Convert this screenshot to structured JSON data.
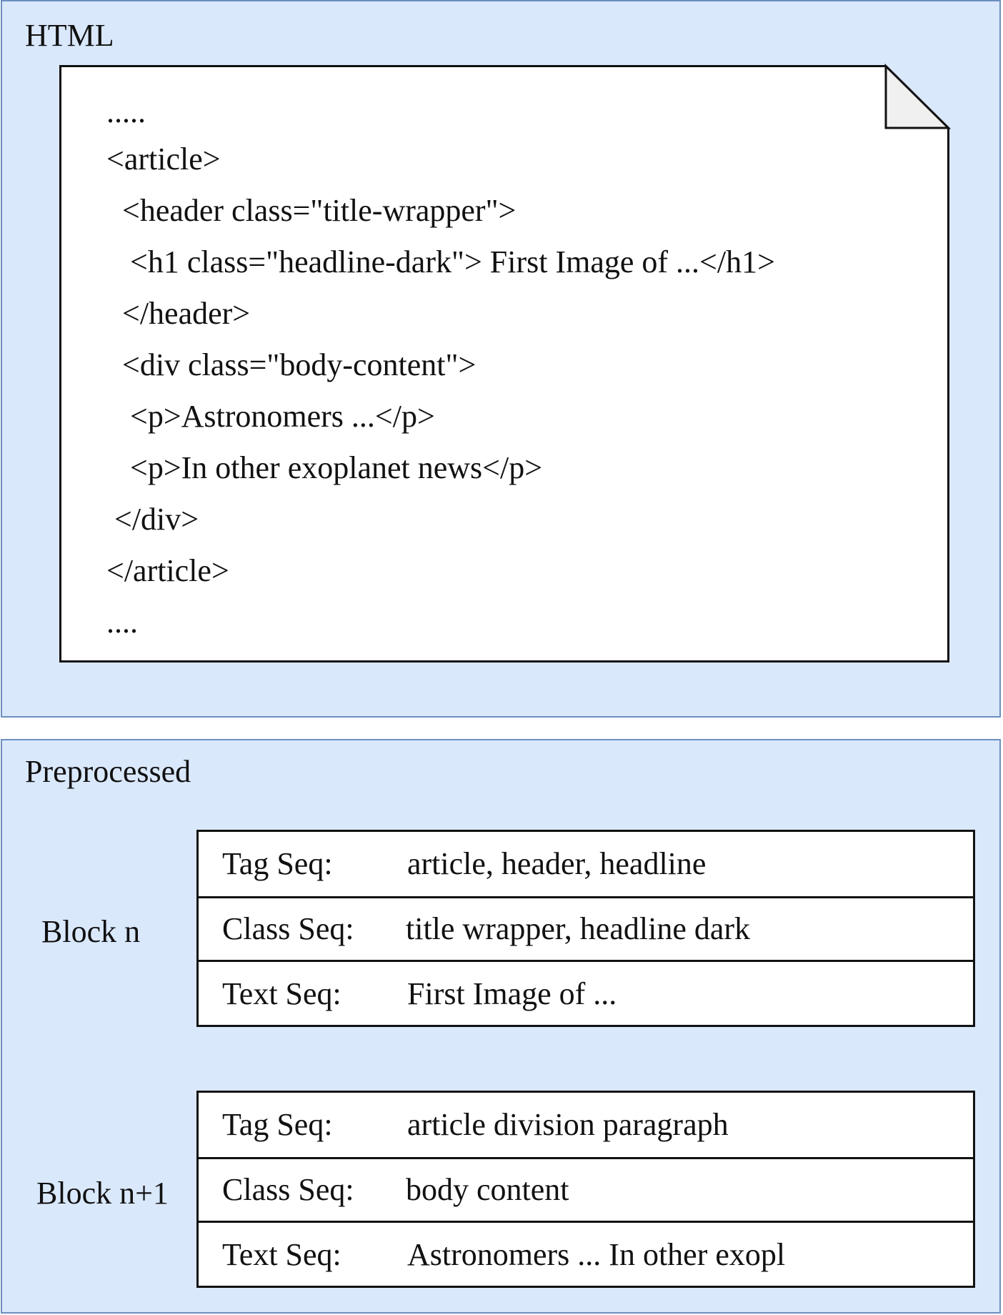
{
  "html_panel": {
    "title": "HTML",
    "code_lines": [
      ".....",
      "<article>",
      "  <header class=\"title-wrapper\">",
      "   <h1 class=\"headline-dark\"> First Image of ...</h1>",
      "  </header>",
      "  <div class=\"body-content\">",
      "   <p>Astronomers ...</p>",
      "   <p>In other exoplanet news</p>",
      " </div>",
      "</article>",
      "...."
    ]
  },
  "preprocessed_panel": {
    "title": "Preprocessed",
    "blocks": [
      {
        "label": "Block n",
        "tag_key": "Tag Seq:",
        "tag_value": "article, header, headline",
        "class_key": "Class Seq:",
        "class_value": "title wrapper, headline dark",
        "text_key": "Text Seq:",
        "text_value": "First Image of ..."
      },
      {
        "label": "Block n+1",
        "tag_key": "Tag Seq:",
        "tag_value": "article division paragraph",
        "class_key": "Class Seq:",
        "class_value": "body content",
        "text_key": "Text Seq:",
        "text_value": "Astronomers ... In other exopl"
      }
    ]
  },
  "colors": {
    "panel_fill": "#dae8fc",
    "panel_border": "#6c8ebf",
    "document_fill": "#ffffff",
    "fold_fill": "#f0f0f0",
    "stroke": "#111111"
  }
}
